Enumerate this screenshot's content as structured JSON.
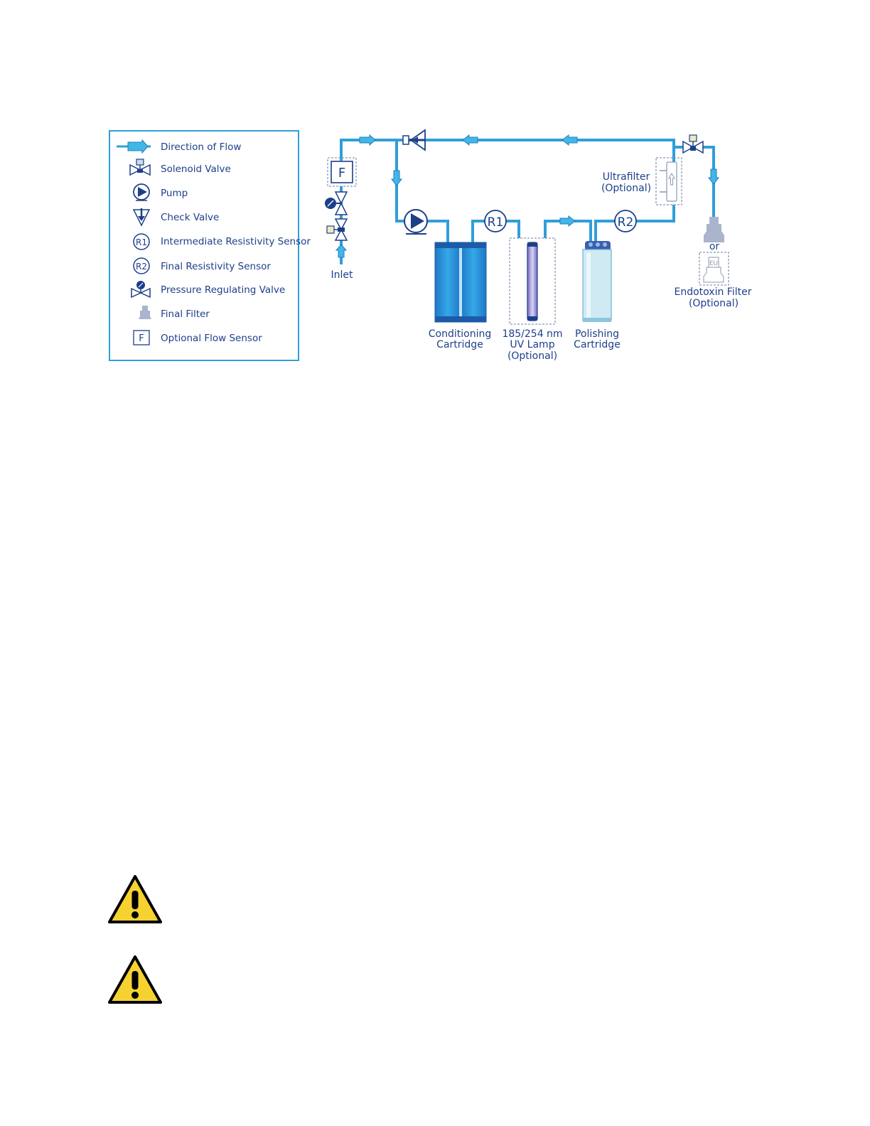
{
  "colors": {
    "pipe": "#2f9fd8",
    "navy": "#1d3f8a",
    "arrow_fill": "#43b6e8",
    "uv_purple": "#7b74c7",
    "cartridge_blue": "#2b8fd9",
    "polish_light": "#cfeaf3",
    "warning_yellow": "#f6d231"
  },
  "legend": {
    "items": [
      {
        "icon": "flow-arrow-icon",
        "label": "Direction of Flow"
      },
      {
        "icon": "solenoid-valve-icon",
        "label": "Solenoid Valve"
      },
      {
        "icon": "pump-icon",
        "label": "Pump"
      },
      {
        "icon": "check-valve-icon",
        "label": "Check Valve"
      },
      {
        "icon": "r1-sensor-icon",
        "label": "Intermediate Resistivity Sensor",
        "symbol": "R1"
      },
      {
        "icon": "r2-sensor-icon",
        "label": "Final Resistivity Sensor",
        "symbol": "R2"
      },
      {
        "icon": "pressure-regulating-valve-icon",
        "label": "Pressure Regulating Valve"
      },
      {
        "icon": "final-filter-icon",
        "label": "Final Filter"
      },
      {
        "icon": "flow-sensor-icon",
        "label": "Optional Flow Sensor",
        "symbol": "F"
      }
    ]
  },
  "schematic": {
    "flow_sensor_symbol": "F",
    "r1_symbol": "R1",
    "r2_symbol": "R2",
    "inlet": "Inlet",
    "conditioning": [
      "Conditioning",
      "Cartridge"
    ],
    "uv_lamp": [
      "185/254 nm",
      "UV Lamp",
      "(Optional)"
    ],
    "polishing": [
      "Polishing",
      "Cartridge"
    ],
    "ultrafilter": [
      "Ultrafilter",
      "(Optional)"
    ],
    "or_text": "or",
    "endotoxin": [
      "Endotoxin Filter",
      "(Optional)"
    ],
    "endotoxin_symbol": "EU"
  },
  "warnings": [
    {
      "icon": "warning-icon"
    },
    {
      "icon": "warning-icon"
    }
  ]
}
